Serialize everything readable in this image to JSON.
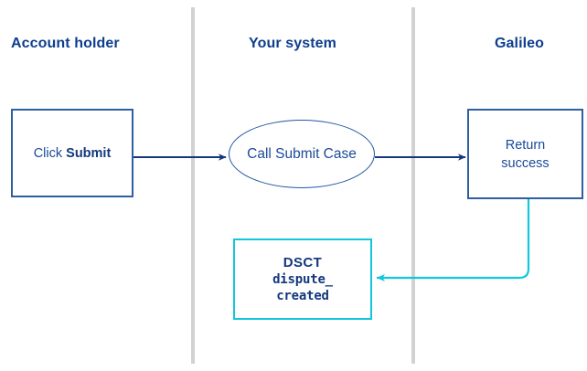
{
  "diagram": {
    "title_color": "#0d3e8f",
    "flow_color": "#13387d",
    "event_color": "#12c6dc",
    "lanes": [
      {
        "title": "Account holder"
      },
      {
        "title": "Your system"
      },
      {
        "title": "Galileo"
      }
    ],
    "nodes": {
      "click_submit": {
        "text_prefix": "Click ",
        "text_bold": "Submit"
      },
      "call_submit_case": {
        "label": "Call Submit Case"
      },
      "return_success": {
        "line1": "Return",
        "line2": "success"
      },
      "dsct_event": {
        "title": "DSCT",
        "code_line1": "dispute_",
        "code_line2": "created"
      }
    }
  }
}
